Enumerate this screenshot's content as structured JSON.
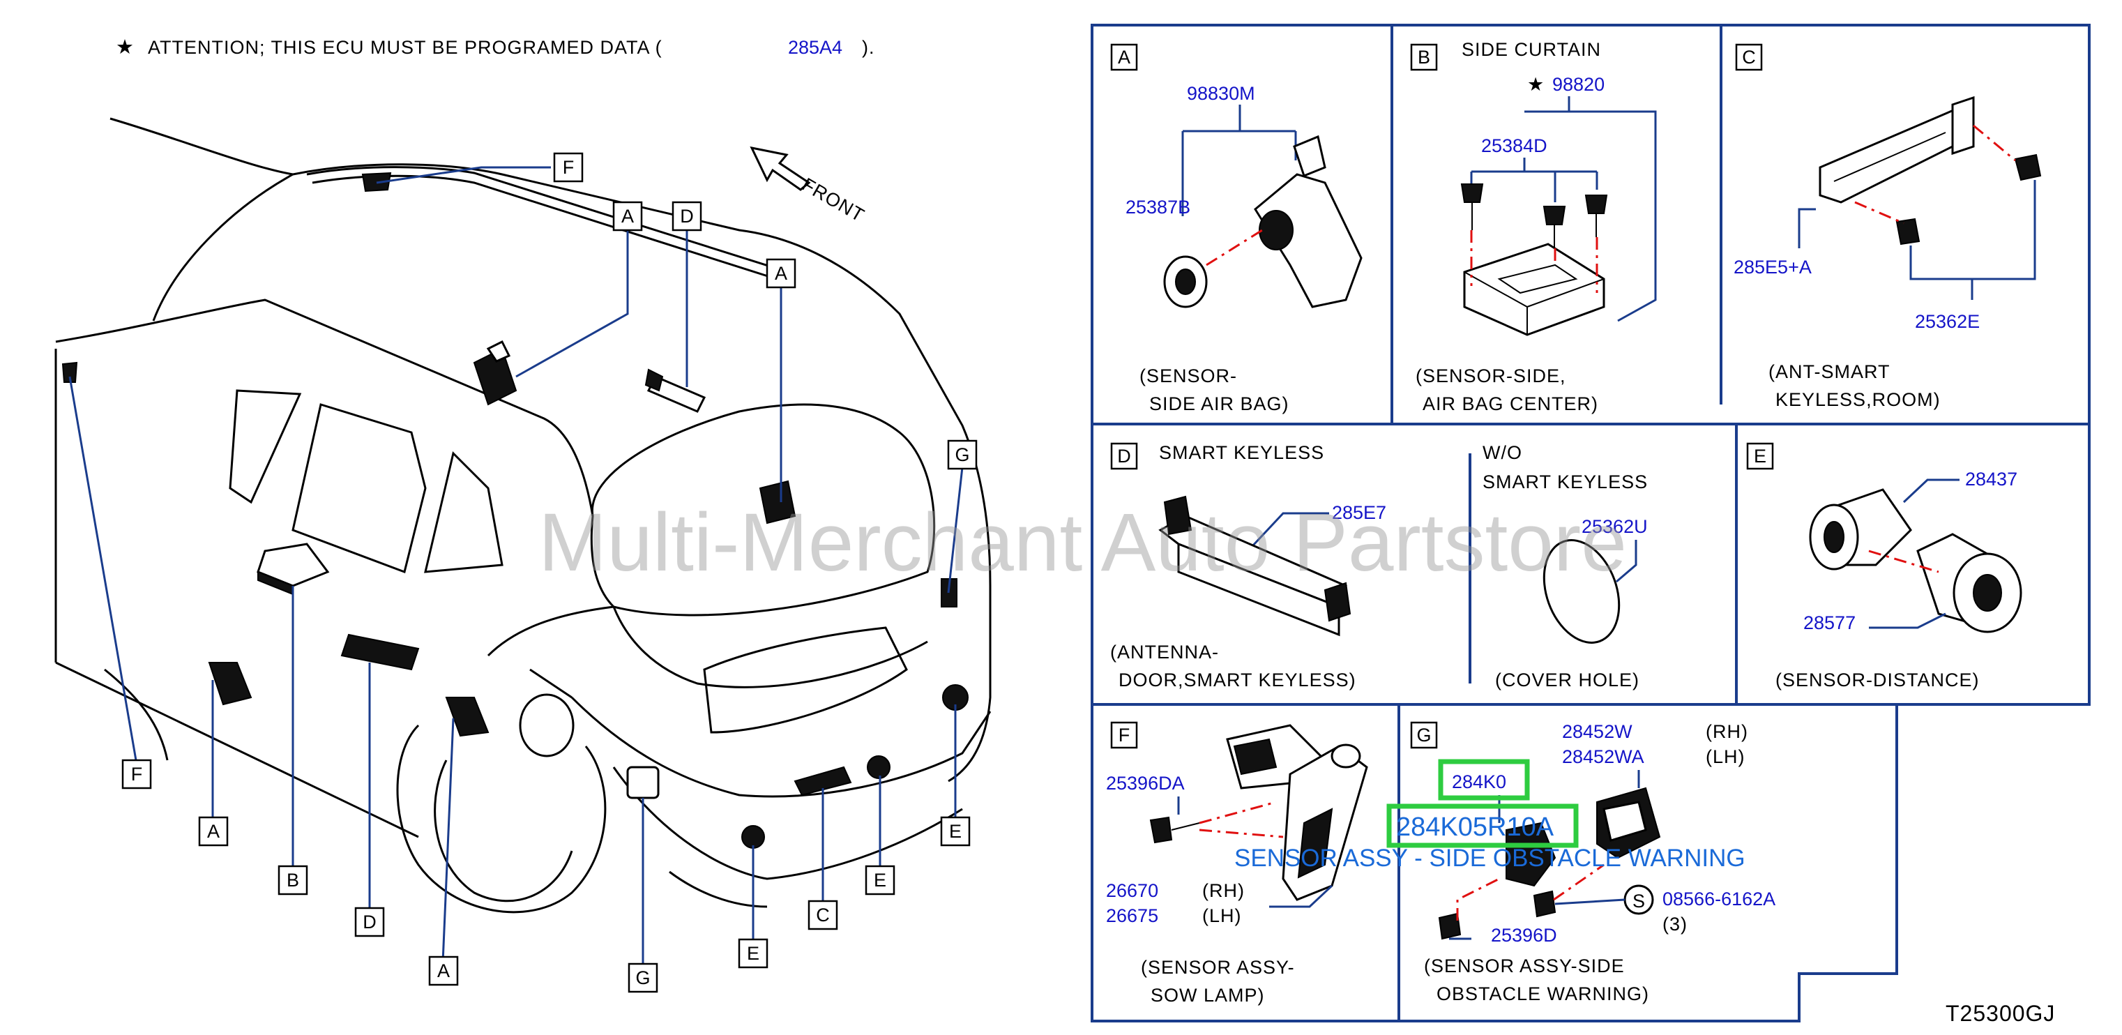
{
  "attention": {
    "star": "★",
    "text": "ATTENTION;  THIS  ECU  MUST  BE  PROGRAMED  DATA  (",
    "part": "285A4",
    "close": ")."
  },
  "front_label": "FRONT",
  "watermark": "Multi-Merchant Auto Partstore",
  "diagram_code": "T25300GJ",
  "car_callouts": [
    "F",
    "A",
    "D",
    "A",
    "G",
    "F",
    "A",
    "B",
    "D",
    "A",
    "G",
    "E",
    "C",
    "E",
    "E"
  ],
  "panels": {
    "A": {
      "letter": "A",
      "parts": [
        "98830M",
        "25387B"
      ],
      "caption": [
        "(SENSOR-",
        "SIDE  AIR  BAG)"
      ]
    },
    "B": {
      "letter": "B",
      "title": "SIDE  CURTAIN",
      "star": "★",
      "parts": [
        "98820",
        "25384D"
      ],
      "caption": [
        "(SENSOR-SIDE,",
        "AIR  BAG  CENTER)"
      ]
    },
    "C": {
      "letter": "C",
      "parts": [
        "285E5+A",
        "25362E"
      ],
      "caption": [
        "(ANT-SMART",
        "KEYLESS,ROOM)"
      ]
    },
    "D": {
      "letter": "D",
      "title": "SMART  KEYLESS",
      "parts": [
        "285E7"
      ],
      "caption": [
        "(ANTENNA-",
        "DOOR,SMART  KEYLESS)"
      ],
      "alt_title": [
        "W/O",
        "SMART  KEYLESS"
      ],
      "alt_parts": [
        "25362U"
      ],
      "alt_caption": "(COVER  HOLE)"
    },
    "E": {
      "letter": "E",
      "parts": [
        "28437",
        "28577"
      ],
      "caption": "(SENSOR-DISTANCE)"
    },
    "F": {
      "letter": "F",
      "parts": [
        "25396DA",
        "26670",
        "26675"
      ],
      "sides": [
        "(RH)",
        "(LH)"
      ],
      "caption": [
        "(SENSOR  ASSY-",
        "SOW  LAMP)"
      ]
    },
    "G": {
      "letter": "G",
      "parts": [
        "28452W",
        "28452WA",
        "284K0",
        "08566-6162A",
        "25396D"
      ],
      "sides": [
        "(RH)",
        "(LH)"
      ],
      "symbol": "S",
      "qty": "(3)",
      "caption": [
        "(SENSOR  ASSY-SIDE",
        "OBSTACLE  WARNING)"
      ]
    }
  },
  "highlight": {
    "part_number": "284K05R10A",
    "description": "SENSOR ASSY - SIDE OBSTACLE WARNING",
    "color": "#2ecc40"
  }
}
